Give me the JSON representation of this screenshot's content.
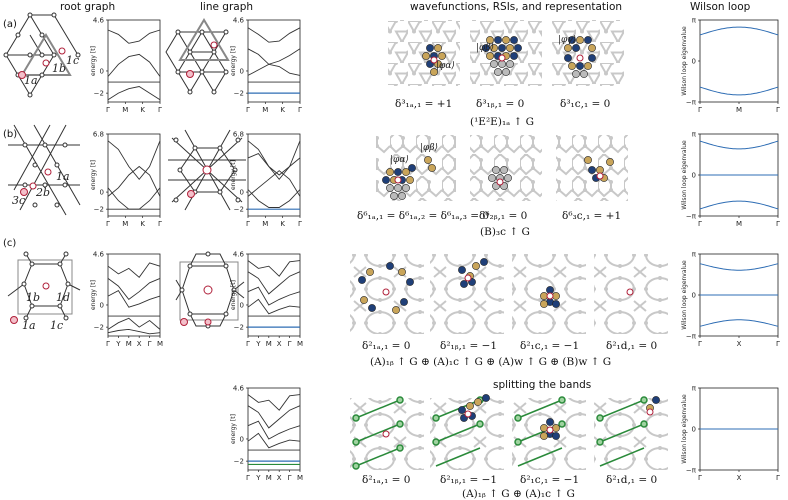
{
  "headers": {
    "root_graph": "root graph",
    "line_graph": "line graph",
    "wavefunctions": "wavefunctions, RSIs, and representation",
    "wilson": "Wilson loop",
    "splitting": "splitting the bands"
  },
  "row_labels": [
    "(a)",
    "(b)",
    "(c)"
  ],
  "band_axis": {
    "ylabel": "energy [t]",
    "kagome_ticks": [
      "Γ",
      "M",
      "K",
      "Γ"
    ],
    "square_ticks": [
      "Γ",
      "Y",
      "M",
      "X",
      "Γ",
      "M"
    ]
  },
  "wilson_axis": {
    "ylabel": "Wilson loop eigenvalue",
    "yticks": [
      "π",
      "0",
      "−π"
    ],
    "xticks_a": [
      "Γ",
      "M",
      "Γ"
    ],
    "xticks_c": [
      "Γ",
      "X",
      "Γ"
    ]
  },
  "lattice_labels": {
    "a": [
      "1a",
      "1b",
      "1c"
    ],
    "b": [
      "1a",
      "2b",
      "3c"
    ],
    "c": [
      "1b",
      "1d",
      "1a",
      "1c"
    ]
  },
  "wf_labels": {
    "a": [
      "|φα⟩",
      "|φβ⟩",
      "|φγ⟩"
    ],
    "b": [
      "|φα⟩",
      "|φβ⟩"
    ]
  },
  "rsi": {
    "a": [
      "δ³₁ₐ,₁ = +1",
      "δ³₁ᵦ,₁ = 0",
      "δ³₁c,₁ = 0"
    ],
    "a_rep": "(¹E²E)₁ₐ ↑ G",
    "b_left": "δ⁶₁ₐ,₁ = δ⁶₁ₐ,₂ = δ⁶₁ₐ,₃ = 0",
    "b": [
      "δ⁶₂ᵦ,₁ = 0",
      "δ⁶₃c,₁ = +1"
    ],
    "b_rep": "(B)₃c ↑ G",
    "c": [
      "δ²₁ₐ,₁ = 0",
      "δ²₁ᵦ,₁ = −1",
      "δ²₁c,₁ = −1",
      "δ²₁d,₁ = 0"
    ],
    "c_rep": "(A)₁ᵦ ↑ G ⊕ (A)₁c ↑ G ⊕ (A)w ↑ G ⊕ (B)w ↑ G",
    "d": [
      "δ²₁ₐ,₁ = 0",
      "δ²₁ᵦ,₁ = −1",
      "δ²₁c,₁ = −1",
      "δ²₁d,₁ = 0"
    ],
    "d_rep": "(A)₁ᵦ ↑ G ⊕ (A)₁c ↑ G"
  },
  "colors": {
    "band": "#333333",
    "flat_band": "#2e6db4",
    "wilson": "#2e6db4",
    "orb_blue": "#1f3f78",
    "orb_gold": "#c9a55a",
    "orb_grey": "#bbbbbb",
    "wyckoff": "#b0203a",
    "green": "#2a8a3a"
  }
}
